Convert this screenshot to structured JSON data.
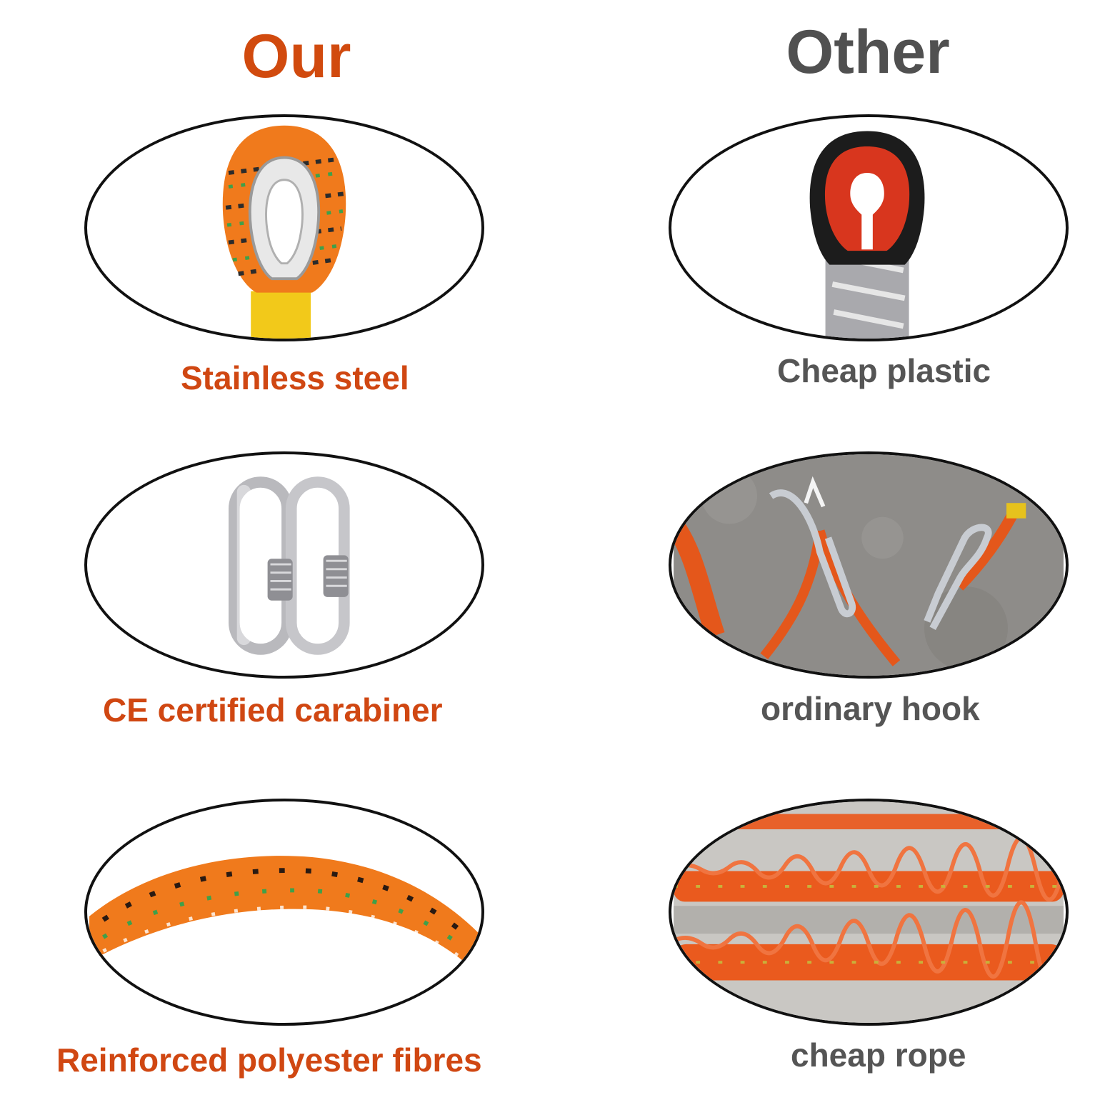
{
  "headings": {
    "our": "Our",
    "other": "Other"
  },
  "comparisons": [
    {
      "our_label": "Stainless steel",
      "other_label": "Cheap plastic",
      "our_icon": "steel-thimble-icon",
      "other_icon": "plastic-thimble-icon"
    },
    {
      "our_label": "CE certified carabiner",
      "other_label": "ordinary hook",
      "our_icon": "carabiner-icon",
      "other_icon": "hook-icon"
    },
    {
      "our_label": "Reinforced polyester fibres",
      "other_label": "cheap rope",
      "our_icon": "rope-icon",
      "other_icon": "frayed-rope-icon"
    }
  ],
  "colors": {
    "our": "#d14a0e",
    "other": "#505050",
    "rope_orange": "#f07a1c"
  }
}
